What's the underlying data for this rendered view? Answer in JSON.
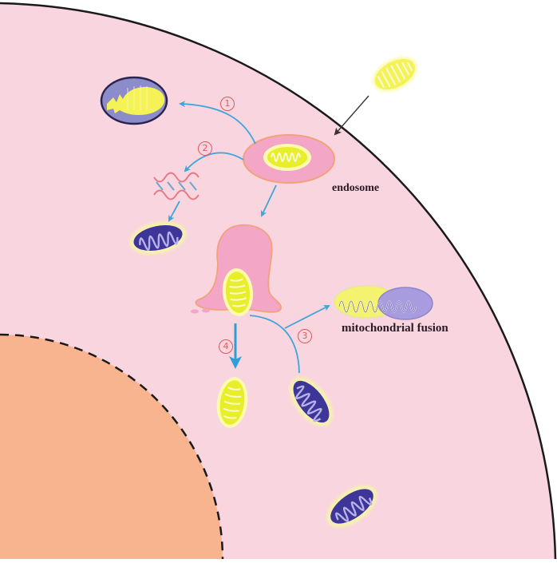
{
  "diagram": {
    "type": "cell-schematic",
    "colors": {
      "cytoplasm": "#f9d5df",
      "nucleus": "#f7b48f",
      "membrane": "#1a1a1a",
      "endosome_fill": "#f3a6c6",
      "endosome_stroke": "#f1a27a",
      "healthy_mito": "#f2f25a",
      "damaged_mito": "#3d3598",
      "arrow": "#3da6d6",
      "step_marker": "#e05a5a"
    },
    "labels": {
      "endosome": "endosome",
      "fusion": "mitochondrial fusion"
    },
    "steps": [
      {
        "id": "1",
        "glyph": "1",
        "meaning": "endosome to degraded mitochondrion"
      },
      {
        "id": "2",
        "glyph": "2",
        "meaning": "endosome to mtDNA"
      },
      {
        "id": "3",
        "glyph": "3",
        "meaning": "fusion with damaged mitochondrion"
      },
      {
        "id": "4",
        "glyph": "4",
        "meaning": "release of healthy mitochondrion"
      }
    ],
    "elements": [
      "extracellular healthy mitochondrion",
      "cell membrane",
      "nucleus (dashed)",
      "endosome containing mitochondrion",
      "lysosomal degraded mitochondrion",
      "mtDNA double helix",
      "damaged mitochondrion (x3)",
      "endosomal escape vesicle",
      "released healthy mitochondrion",
      "fused mitochondria"
    ]
  }
}
